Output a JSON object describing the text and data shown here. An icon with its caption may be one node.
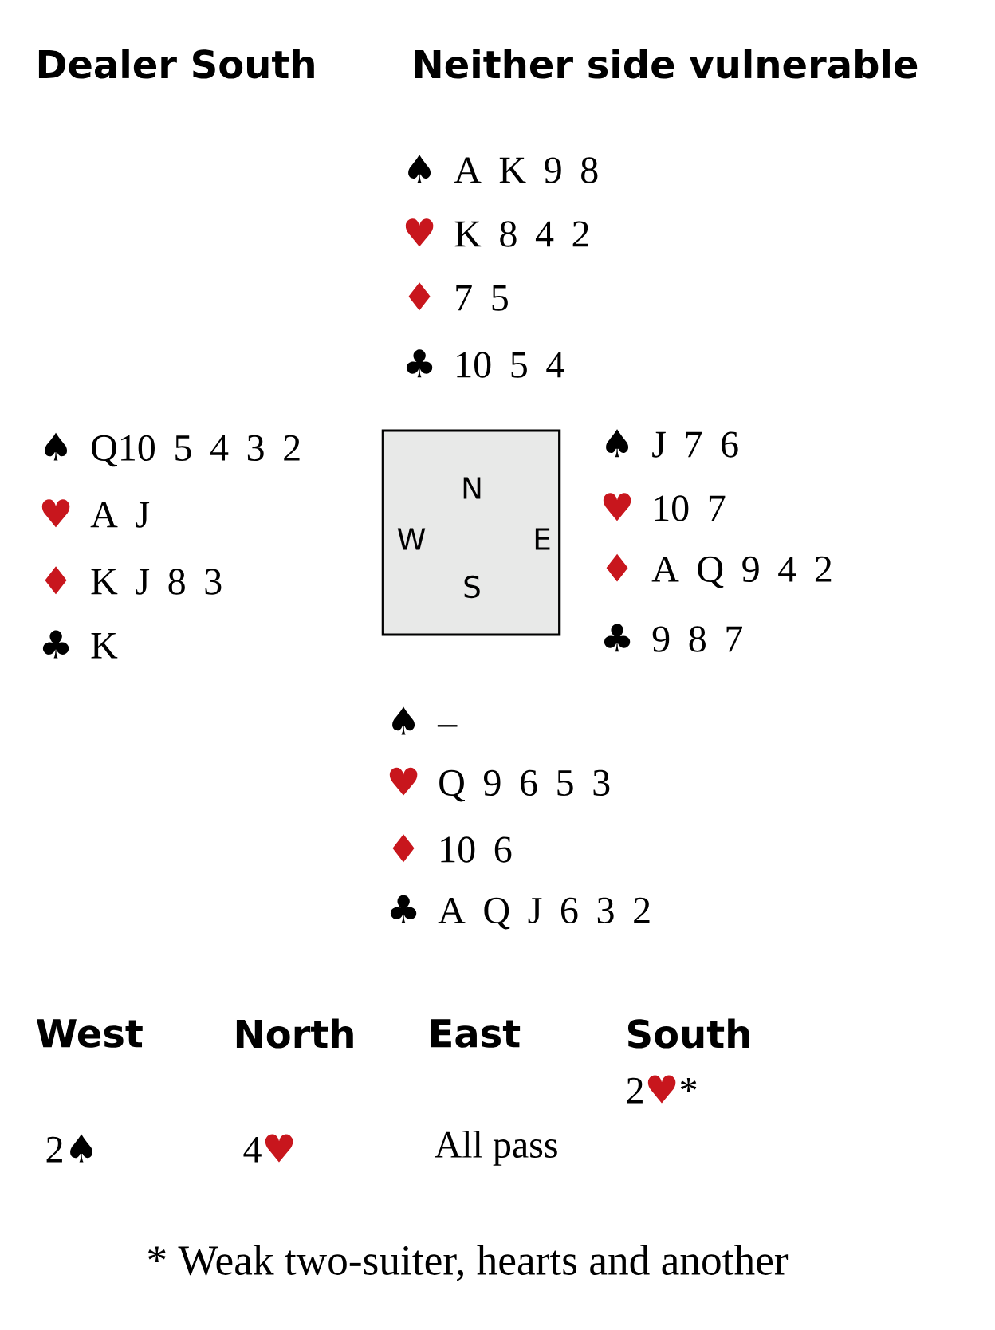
{
  "diagram": {
    "caption": "* Weak two-suiter, hearts and another",
    "nodes": [
      {
        "text": [
          "N",
          "W",
          "E",
          "S"
        ]
      }
    ],
    "edges": [],
    "labels": [
      "Dealer South",
      "Neither side vulnerable",
      "♠ A K 9 8",
      "♥ K 8 4 2",
      "♦ 7 5",
      "♣ 10 5 4",
      "♠ Q10 5 4 3 2",
      "♥ A J",
      "♦ K J 8 3",
      "♣ K",
      "♠ J 7 6",
      "♥ 10 7",
      "♦ A Q 9 4 2",
      "♣ 9 8 7",
      "♠ –",
      "♥ Q 9 6 5 3",
      "♦ 10 6",
      "♣ A Q J 6 3 2",
      "West",
      "North",
      "East",
      "South",
      "2♥*",
      "2♠",
      "4♥",
      "All pass"
    ]
  }
}
